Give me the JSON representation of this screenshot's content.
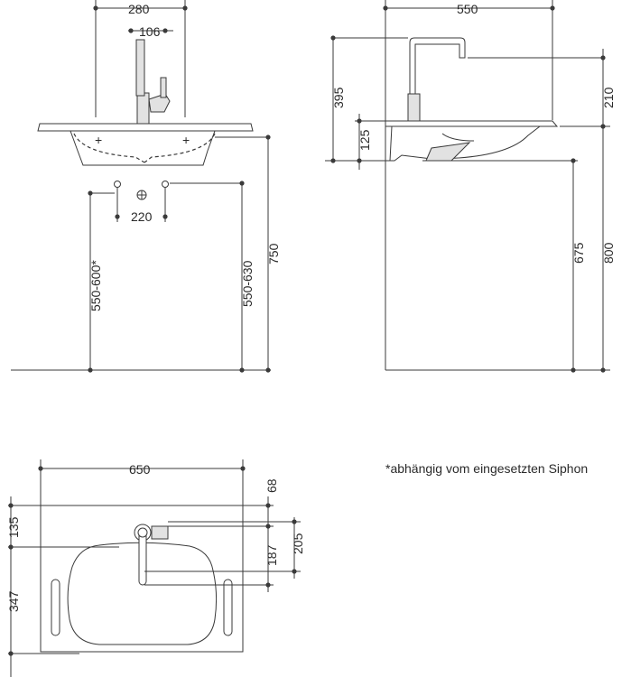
{
  "front_view": {
    "width_faucet_span": "280",
    "faucet_spacing": "106",
    "drain_spacing": "220",
    "height_min_max": "550-600*",
    "height_range": "550-630",
    "total_height": "750"
  },
  "side_view": {
    "depth": "550",
    "faucet_height": "395",
    "rim_thickness": "125",
    "spout_height": "210",
    "bottom_height": "675",
    "rim_height": "800"
  },
  "top_view": {
    "width": "650",
    "front_offset": "135",
    "bowl_depth": "347",
    "dim_68": "68",
    "dim_187": "187",
    "dim_205": "205"
  },
  "footnote": "*abhängig vom eingesetzten Siphon"
}
